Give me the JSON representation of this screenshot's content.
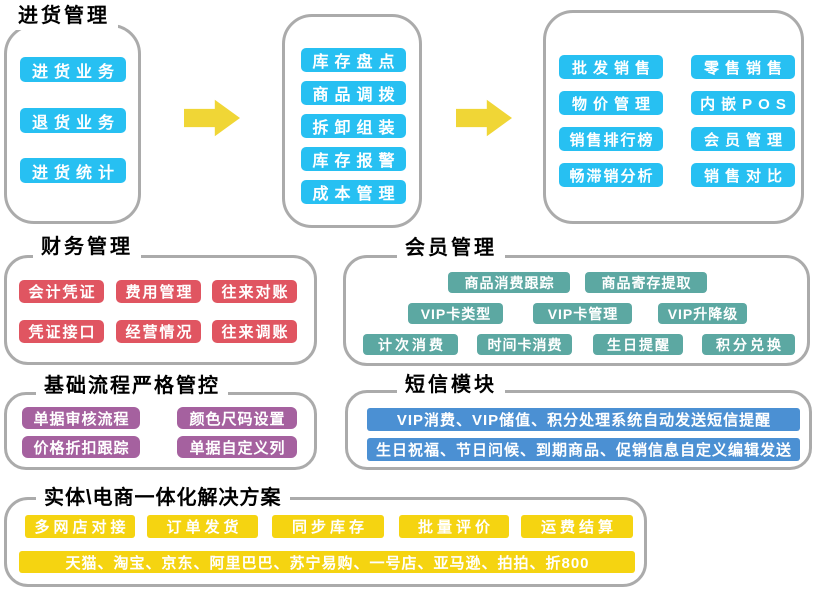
{
  "purchase": {
    "title": "进货管理",
    "items": [
      "进货业务",
      "退货业务",
      "进货统计"
    ]
  },
  "inventory": {
    "items": [
      "库存盘点",
      "商品调拨",
      "拆卸组装",
      "库存报警",
      "成本管理"
    ]
  },
  "sales": {
    "items": [
      "批发销售",
      "零售销售",
      "物价管理",
      "内嵌POS",
      "销售排行榜",
      "会员管理",
      "畅滞销分析",
      "销售对比"
    ]
  },
  "finance": {
    "title": "财务管理",
    "items": [
      "会计凭证",
      "费用管理",
      "往来对账",
      "凭证接口",
      "经营情况",
      "往来调账"
    ]
  },
  "member": {
    "title": "会员管理",
    "items": [
      "商品消费跟踪",
      "商品寄存提取",
      "VIP卡类型",
      "VIP卡管理",
      "VIP升降级",
      "计次消费",
      "时间卡消费",
      "生日提醒",
      "积分兑换"
    ]
  },
  "process": {
    "title": "基础流程严格管控",
    "items": [
      "单据审核流程",
      "颜色尺码设置",
      "价格折扣跟踪",
      "单据自定义列"
    ]
  },
  "sms": {
    "title": "短信模块",
    "bars": [
      "VIP消费、VIP储值、积分处理系统自动发送短信提醒",
      "生日祝福、节日问候、到期商品、促销信息自定义编辑发送"
    ]
  },
  "ecommerce": {
    "title": "实体\\电商一体化解决方案",
    "items": [
      "多网店对接",
      "订单发货",
      "同步库存",
      "批量评价",
      "运费结算"
    ],
    "platforms": "天猫、淘宝、京东、阿里巴巴、苏宁易购、一号店、亚马逊、拍拍、折800"
  },
  "colors": {
    "blue": "#27C0F2",
    "red": "#E05561",
    "teal": "#5CA8A2",
    "purple": "#A5619F",
    "steel": "#4B90D3",
    "yellow": "#F5D411",
    "arrow": "#F0D636",
    "panel_border": "#ABABAB"
  }
}
